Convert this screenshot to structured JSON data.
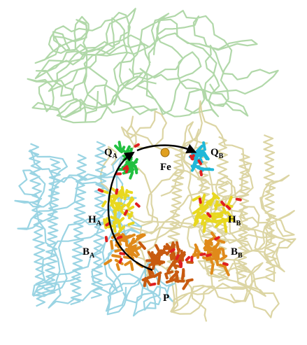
{
  "labels": {
    "qa": {
      "main": "Q",
      "sub": "A"
    },
    "qb": {
      "main": "Q",
      "sub": "B"
    },
    "fe": {
      "main": "Fe"
    },
    "ha": {
      "main": "H",
      "sub": "A"
    },
    "hb": {
      "main": "H",
      "sub": "B"
    },
    "ba": {
      "main": "B",
      "sub": "A"
    },
    "bb": {
      "main": "B",
      "sub": "B"
    },
    "p": {
      "main": "P"
    }
  },
  "colors": {
    "background": "#ffffff",
    "subunit_green": "#a8d4a0",
    "subunit_tan": "#d8d09a",
    "subunit_blue": "#8fcfe0",
    "quinone_a": "#22c040",
    "quinone_b": "#20b8d8",
    "iron": "#e0a020",
    "bacteriopheophytin": "#e8d820",
    "bacteriochlorophyll": "#e08a1a",
    "special_pair": "#c85a10",
    "oxygen_atoms": "#e02020",
    "arrow": "#000000",
    "label_text": "#000000"
  },
  "icons": {
    "electron_transfer_arrow": "curved-arrow-icon"
  }
}
